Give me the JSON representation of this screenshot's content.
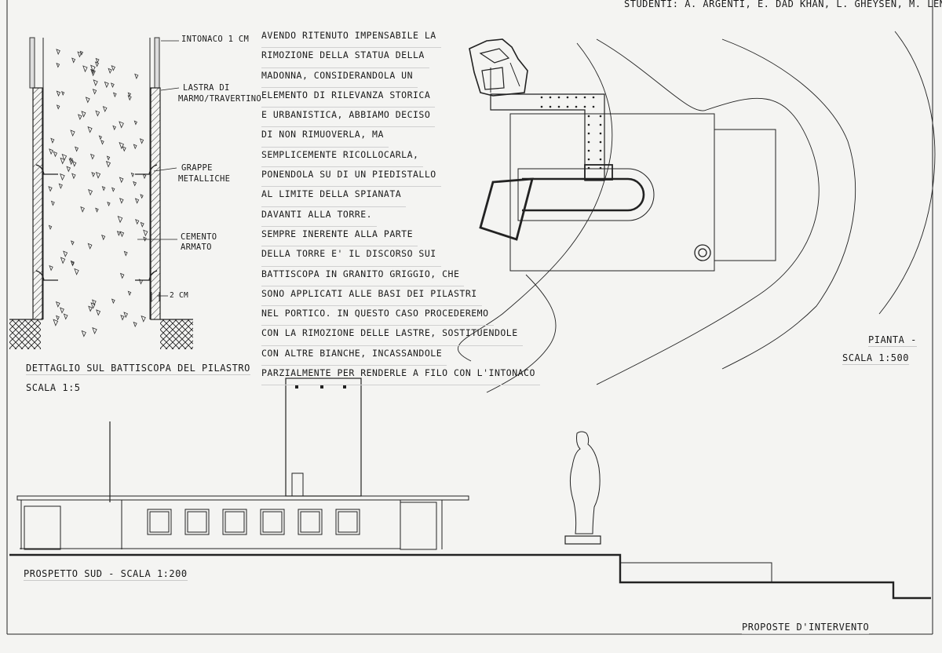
{
  "students": "STUDENTI: A. ARGENTI, E. DAD KHAN, L. GHEYSEN, M. LENTINI",
  "note_lines": [
    "AVENDO RITENUTO IMPENSABILE LA",
    "RIMOZIONE DELLA STATUA DELLA",
    "MADONNA, CONSIDERANDOLA UN",
    "ELEMENTO DI RILEVANZA STORICA",
    "E URBANISTICA, ABBIAMO DECISO",
    "DI NON RIMUOVERLA, MA",
    "SEMPLICEMENTE RICOLLOCARLA,",
    "PONENDOLA SU DI UN PIEDISTALLO",
    "AL LIMITE DELLA SPIANATA",
    "DAVANTI ALLA TORRE.",
    "SEMPRE INERENTE ALLA PARTE",
    "DELLA TORRE E' IL DISCORSO SUI",
    "BATTISCOPA IN GRANITO GRIGGIO, CHE",
    "SONO APPLICATI ALLE BASI DEI PILASTRI",
    "NEL PORTICO. IN QUESTO CASO PROCEDEREMO",
    "CON LA RIMOZIONE DELLE LASTRE, SOSTITUENDOLE",
    "CON ALTRE BIANCHE, INCASSANDOLE",
    "PARZIALMENTE PER RENDERLE A FILO CON L'INTONACO"
  ],
  "detail": {
    "labels": {
      "intonaco": "INTONACO 1 cm",
      "lastra_1": "LASTRA DI",
      "lastra_2": "MARMO/TRAVERTINO",
      "grappe_1": "GRAPPE",
      "grappe_2": "METALLICHE",
      "cemento_1": "CEMENTO",
      "cemento_2": "ARMATO",
      "dimension": "2 cm"
    },
    "title": "DETTAGLIO SUL BATTISCOPA DEL PILASTRO",
    "scale": "SCALA 1:5"
  },
  "plan": {
    "title": "PIANTA -",
    "scale": "SCALA 1:500"
  },
  "elevation": {
    "title": "PROSPETTO SUD - SCALA 1:200"
  },
  "footer": "PROPOSTE D'INTERVENTO",
  "colors": {
    "paper": "#f4f4f2",
    "ink": "#1a1a1a",
    "rule": "#c9c9c9"
  }
}
